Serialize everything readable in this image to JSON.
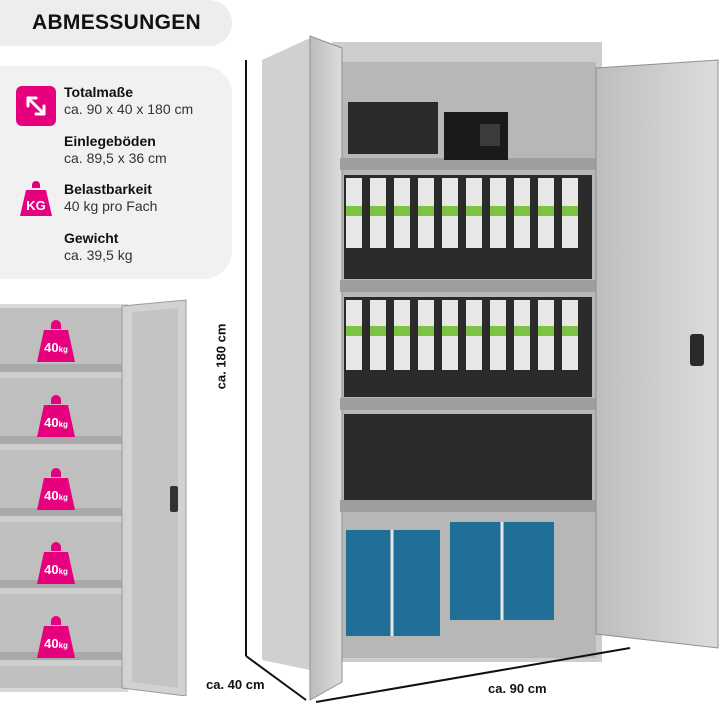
{
  "header": {
    "title": "ABMESSUNGEN"
  },
  "specs": [
    {
      "label": "Totalmaße",
      "value": "ca. 90 x 40 x 180 cm",
      "icon": "resize-diagonal-icon"
    },
    {
      "label": "Einlegeböden",
      "value": "ca. 89,5 x 36 cm",
      "icon": ""
    },
    {
      "label": "Belastbarkeit",
      "value": "40 kg pro Fach",
      "icon": "kg-weight-icon",
      "icon_text": "KG"
    },
    {
      "label": "Gewicht",
      "value": "ca. 39,5 kg",
      "icon": ""
    }
  ],
  "shelf_loads": [
    "40",
    "40",
    "40",
    "40",
    "40"
  ],
  "shelf_load_unit": "kg",
  "dimensions": {
    "height": "ca. 180 cm",
    "depth": "ca. 40 cm",
    "width": "ca. 90 cm"
  },
  "colors": {
    "accent": "#e6007e",
    "cabinet": "#c9c9c9",
    "panel": "#f1f1f1"
  }
}
